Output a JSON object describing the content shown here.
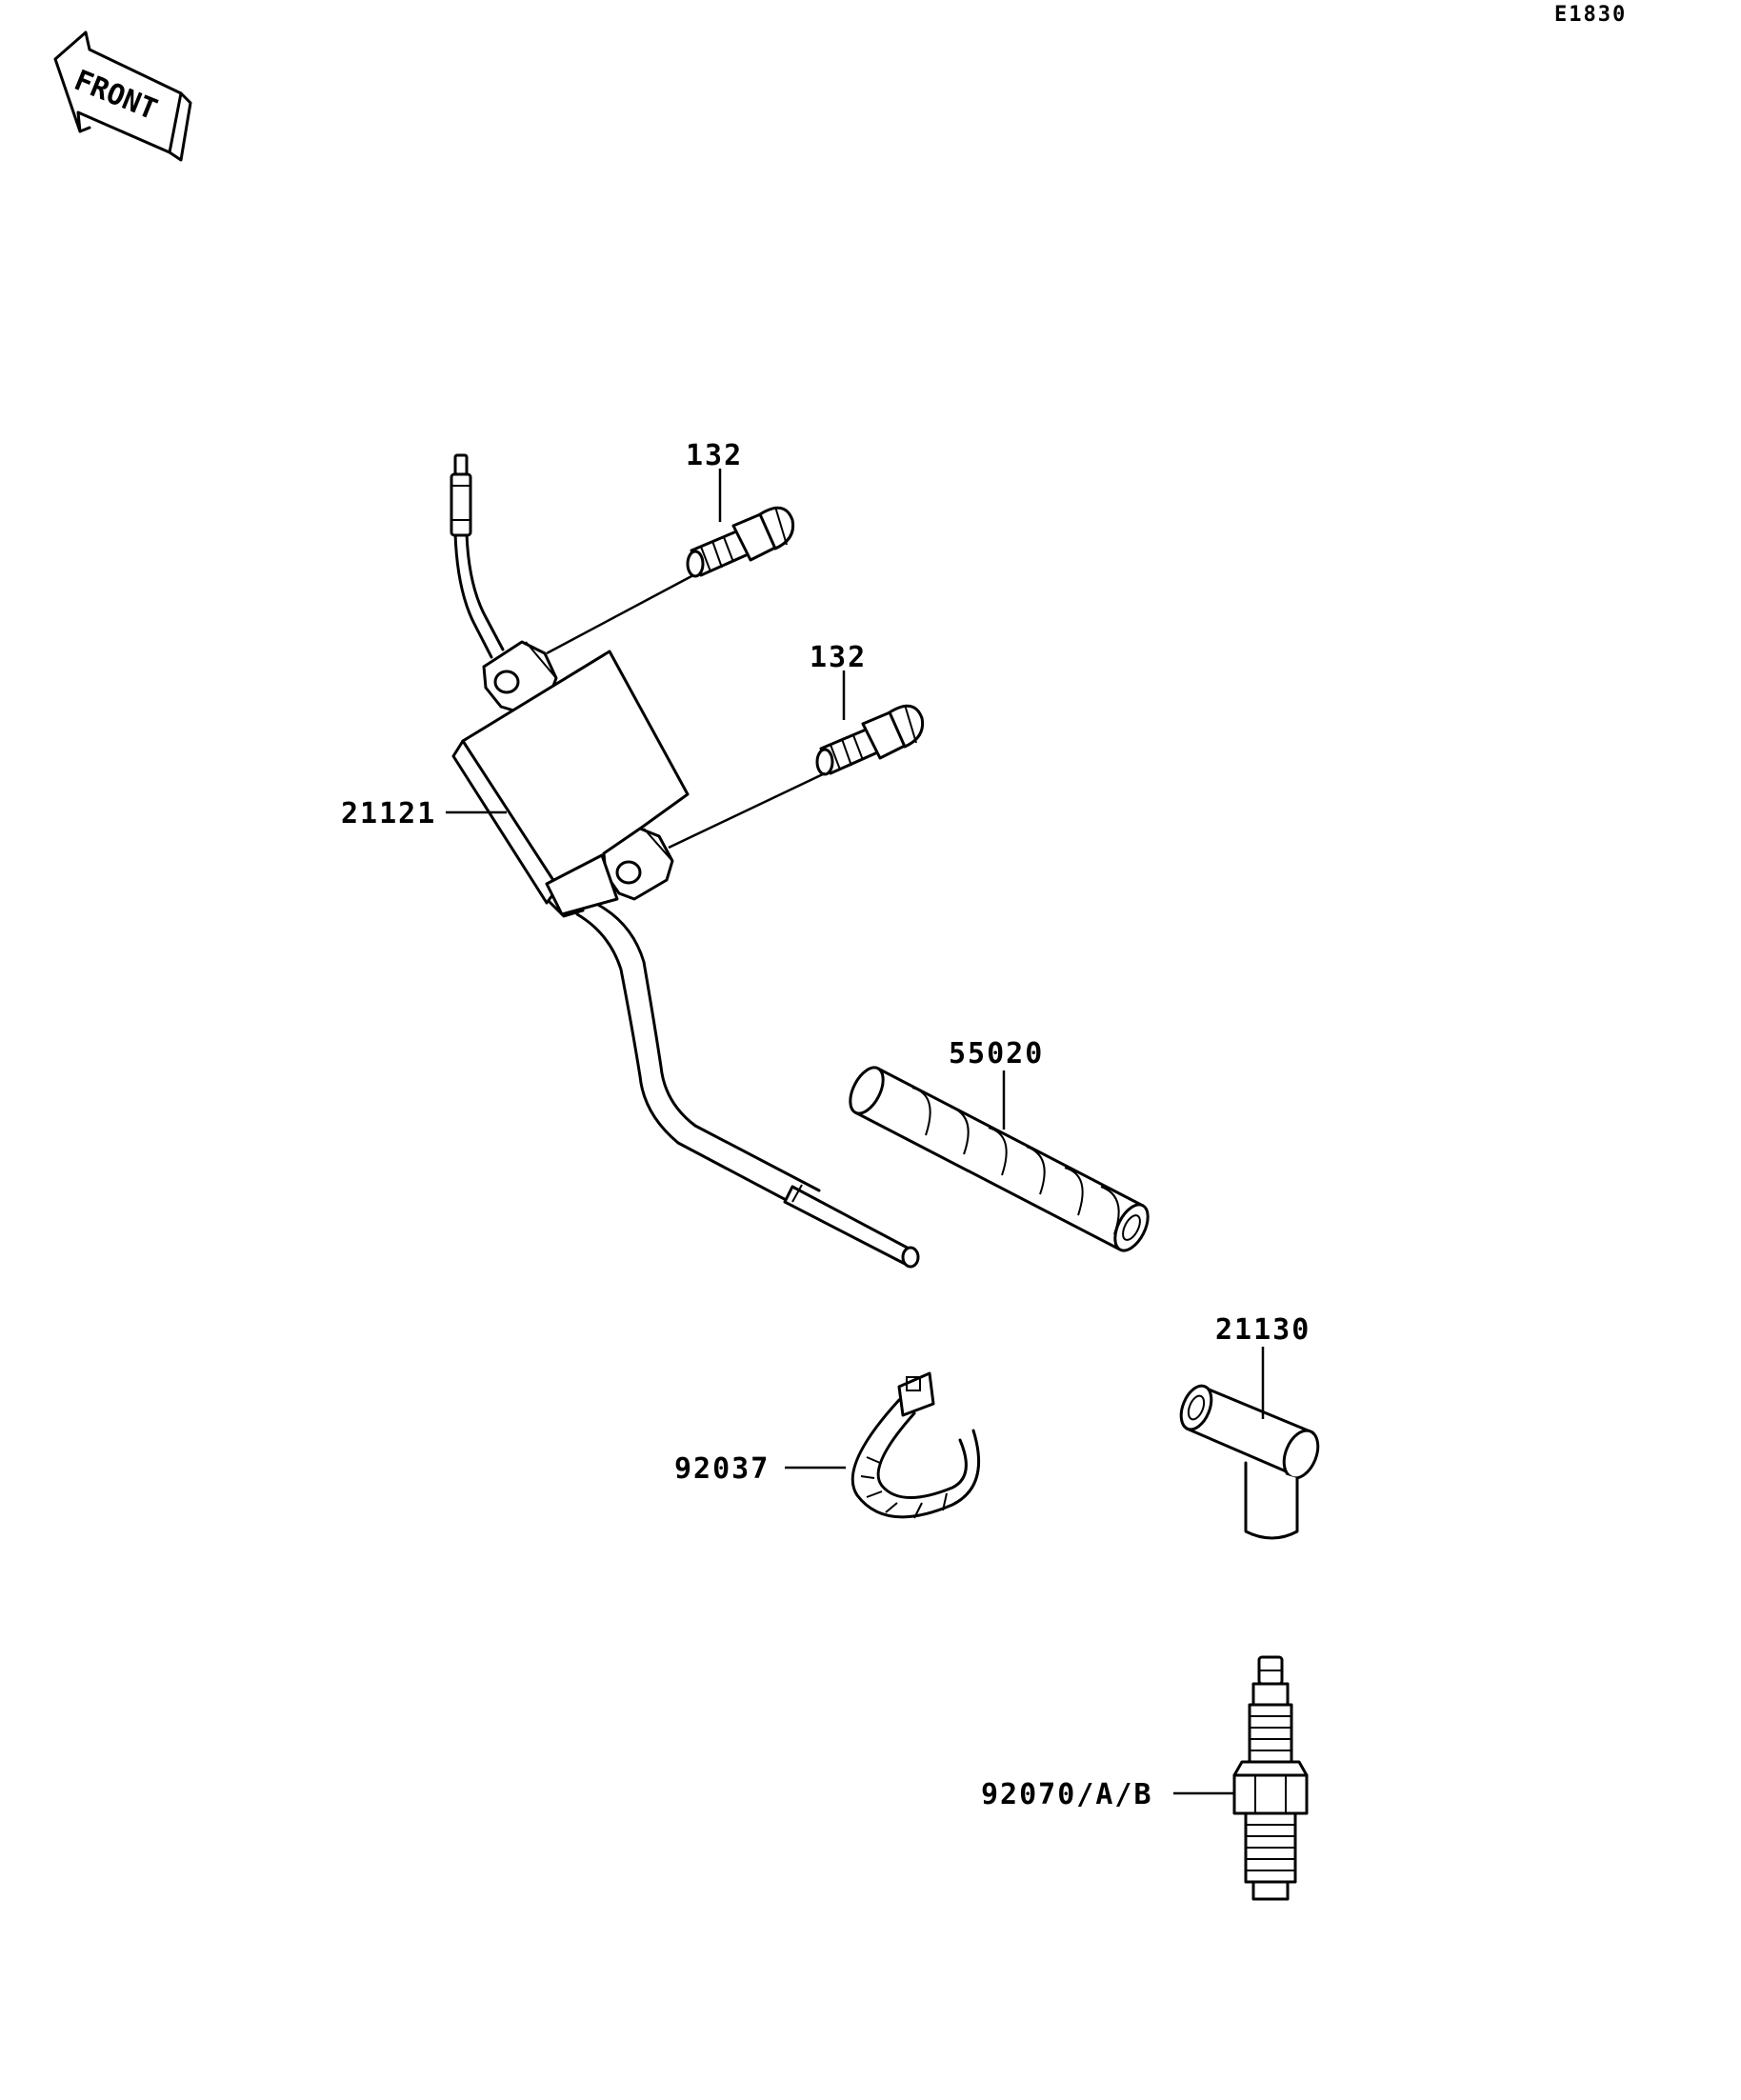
{
  "diagram_code": "E1830",
  "front_label": "FRONT",
  "parts": [
    {
      "id": "ignition-coil",
      "number": "21121"
    },
    {
      "id": "bolt-upper",
      "number": "132"
    },
    {
      "id": "bolt-lower",
      "number": "132"
    },
    {
      "id": "tube",
      "number": "55020"
    },
    {
      "id": "spark-plug-cap",
      "number": "21130"
    },
    {
      "id": "band",
      "number": "92037"
    },
    {
      "id": "spark-plug",
      "number": "92070/A/B"
    }
  ]
}
